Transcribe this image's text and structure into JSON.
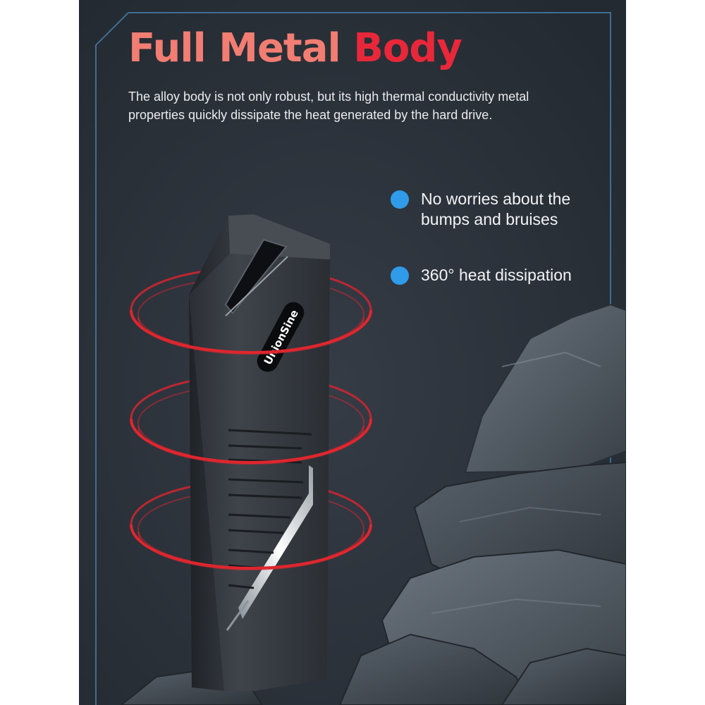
{
  "headline": {
    "part1": "Full Metal ",
    "part2": "Body"
  },
  "description": "The alloy body is not only robust, but its high thermal conductivity metal properties quickly dissipate the heat generated by the hard drive.",
  "features": [
    {
      "text_line1": "No worries about the",
      "text_line2": "bumps and bruises"
    },
    {
      "text_line1": "360°  heat dissipation"
    }
  ],
  "brand_logo": "UnionSine",
  "colors": {
    "headline_light": "#f27d72",
    "headline_red": "#e8283a",
    "bullet_blue": "#2f9be9",
    "panel_bg": "#2a3038",
    "heat_ring_red": "#e0262e"
  }
}
